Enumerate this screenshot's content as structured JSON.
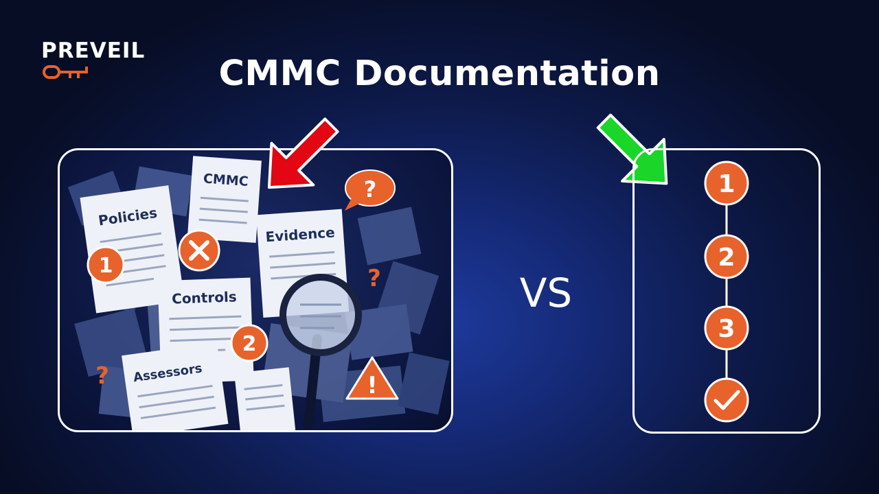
{
  "brand": {
    "name": "PREVEIL",
    "accent": "#e8622c"
  },
  "title": "CMMC Documentation",
  "comparison_label": "VS",
  "left_panel": {
    "documents": [
      "Policies",
      "CMMC",
      "Evidence",
      "Controls",
      "Assessors"
    ],
    "badges": [
      "1",
      "2"
    ],
    "marks": {
      "question": "?",
      "warning": "!"
    },
    "icons": [
      "x-mark-icon",
      "magnifying-glass-icon",
      "question-bubble-icon",
      "warning-triangle-icon"
    ]
  },
  "right_panel": {
    "steps": [
      "1",
      "2",
      "3"
    ],
    "final_step": "check-icon",
    "step_color": "#e8622c"
  },
  "arrows": {
    "left_color": "#e30613",
    "right_color": "#19d629"
  }
}
